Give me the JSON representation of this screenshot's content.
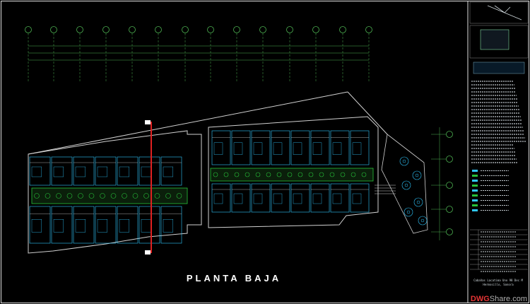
{
  "drawing": {
    "title": "PLANTA BAJA",
    "watermark_brand": "DWG",
    "watermark_site": "Share.com"
  },
  "title_block": {
    "project_line_1": "Cabañas Lacatima Uno 98 Dec M",
    "project_line_2": "Hermosillo, Sonora"
  },
  "colors": {
    "background": "#000000",
    "axis": "#4caf50",
    "walls": "#d0d0d0",
    "rooms": "#2fc8ff",
    "planting": "#28c23a",
    "section_cut": "#e02020",
    "border": "#e0e0e0"
  }
}
